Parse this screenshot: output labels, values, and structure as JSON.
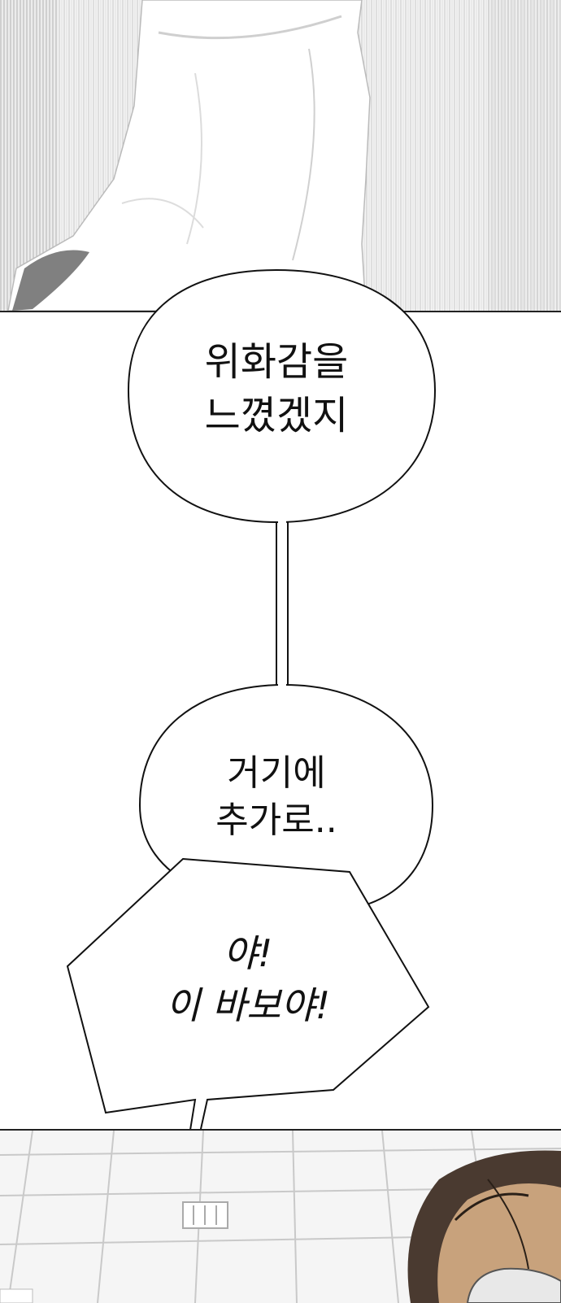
{
  "panels": {
    "top": {
      "description_color": "#f2f2f2"
    },
    "bottom": {
      "description_color": "#f7f7f7"
    }
  },
  "bubbles": {
    "bubble1": {
      "lines": [
        "위화감을",
        "느꼈겠지"
      ]
    },
    "bubble2": {
      "lines": [
        "거기에",
        "추가로.."
      ]
    },
    "bubble3": {
      "lines": [
        "야!",
        "이 바보야!"
      ]
    }
  },
  "colors": {
    "ink": "#111111",
    "skin": "#c8a27c",
    "hair": "#4a3a30",
    "mask": "#e8e8e8"
  }
}
